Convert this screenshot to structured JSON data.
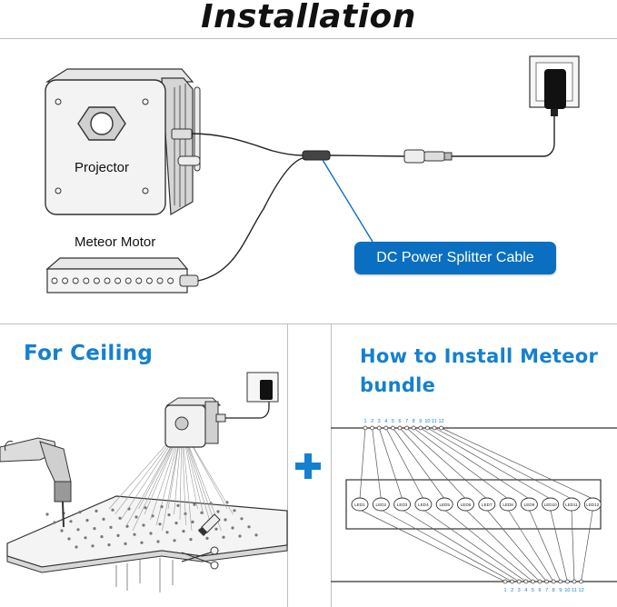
{
  "header": {
    "title": "Installation"
  },
  "diagram": {
    "projector_label": "Projector",
    "motor_label": "Meteor Motor",
    "splitter_callout": "DC Power Splitter Cable"
  },
  "ceiling": {
    "title": "For Ceiling"
  },
  "bundle": {
    "title_line1": "How to Install Meteor",
    "title_line2": "bundle",
    "top_numbers": [
      "1",
      "2",
      "3",
      "4",
      "5",
      "6",
      "7",
      "8",
      "9",
      "10",
      "11",
      "12"
    ],
    "led_labels": [
      "LED1",
      "LED2",
      "LED3",
      "LED4",
      "LED5",
      "LED6",
      "LED7",
      "LED8",
      "LED9",
      "LED10",
      "LED11",
      "LED12"
    ],
    "bottom_numbers": [
      "1",
      "2",
      "3",
      "4",
      "5",
      "6",
      "7",
      "8",
      "9",
      "10",
      "11",
      "12"
    ]
  },
  "colors": {
    "accent": "#1480d0",
    "callout_bg": "#0b6fc1",
    "line": "#333333",
    "divider": "#bfbfbf"
  }
}
